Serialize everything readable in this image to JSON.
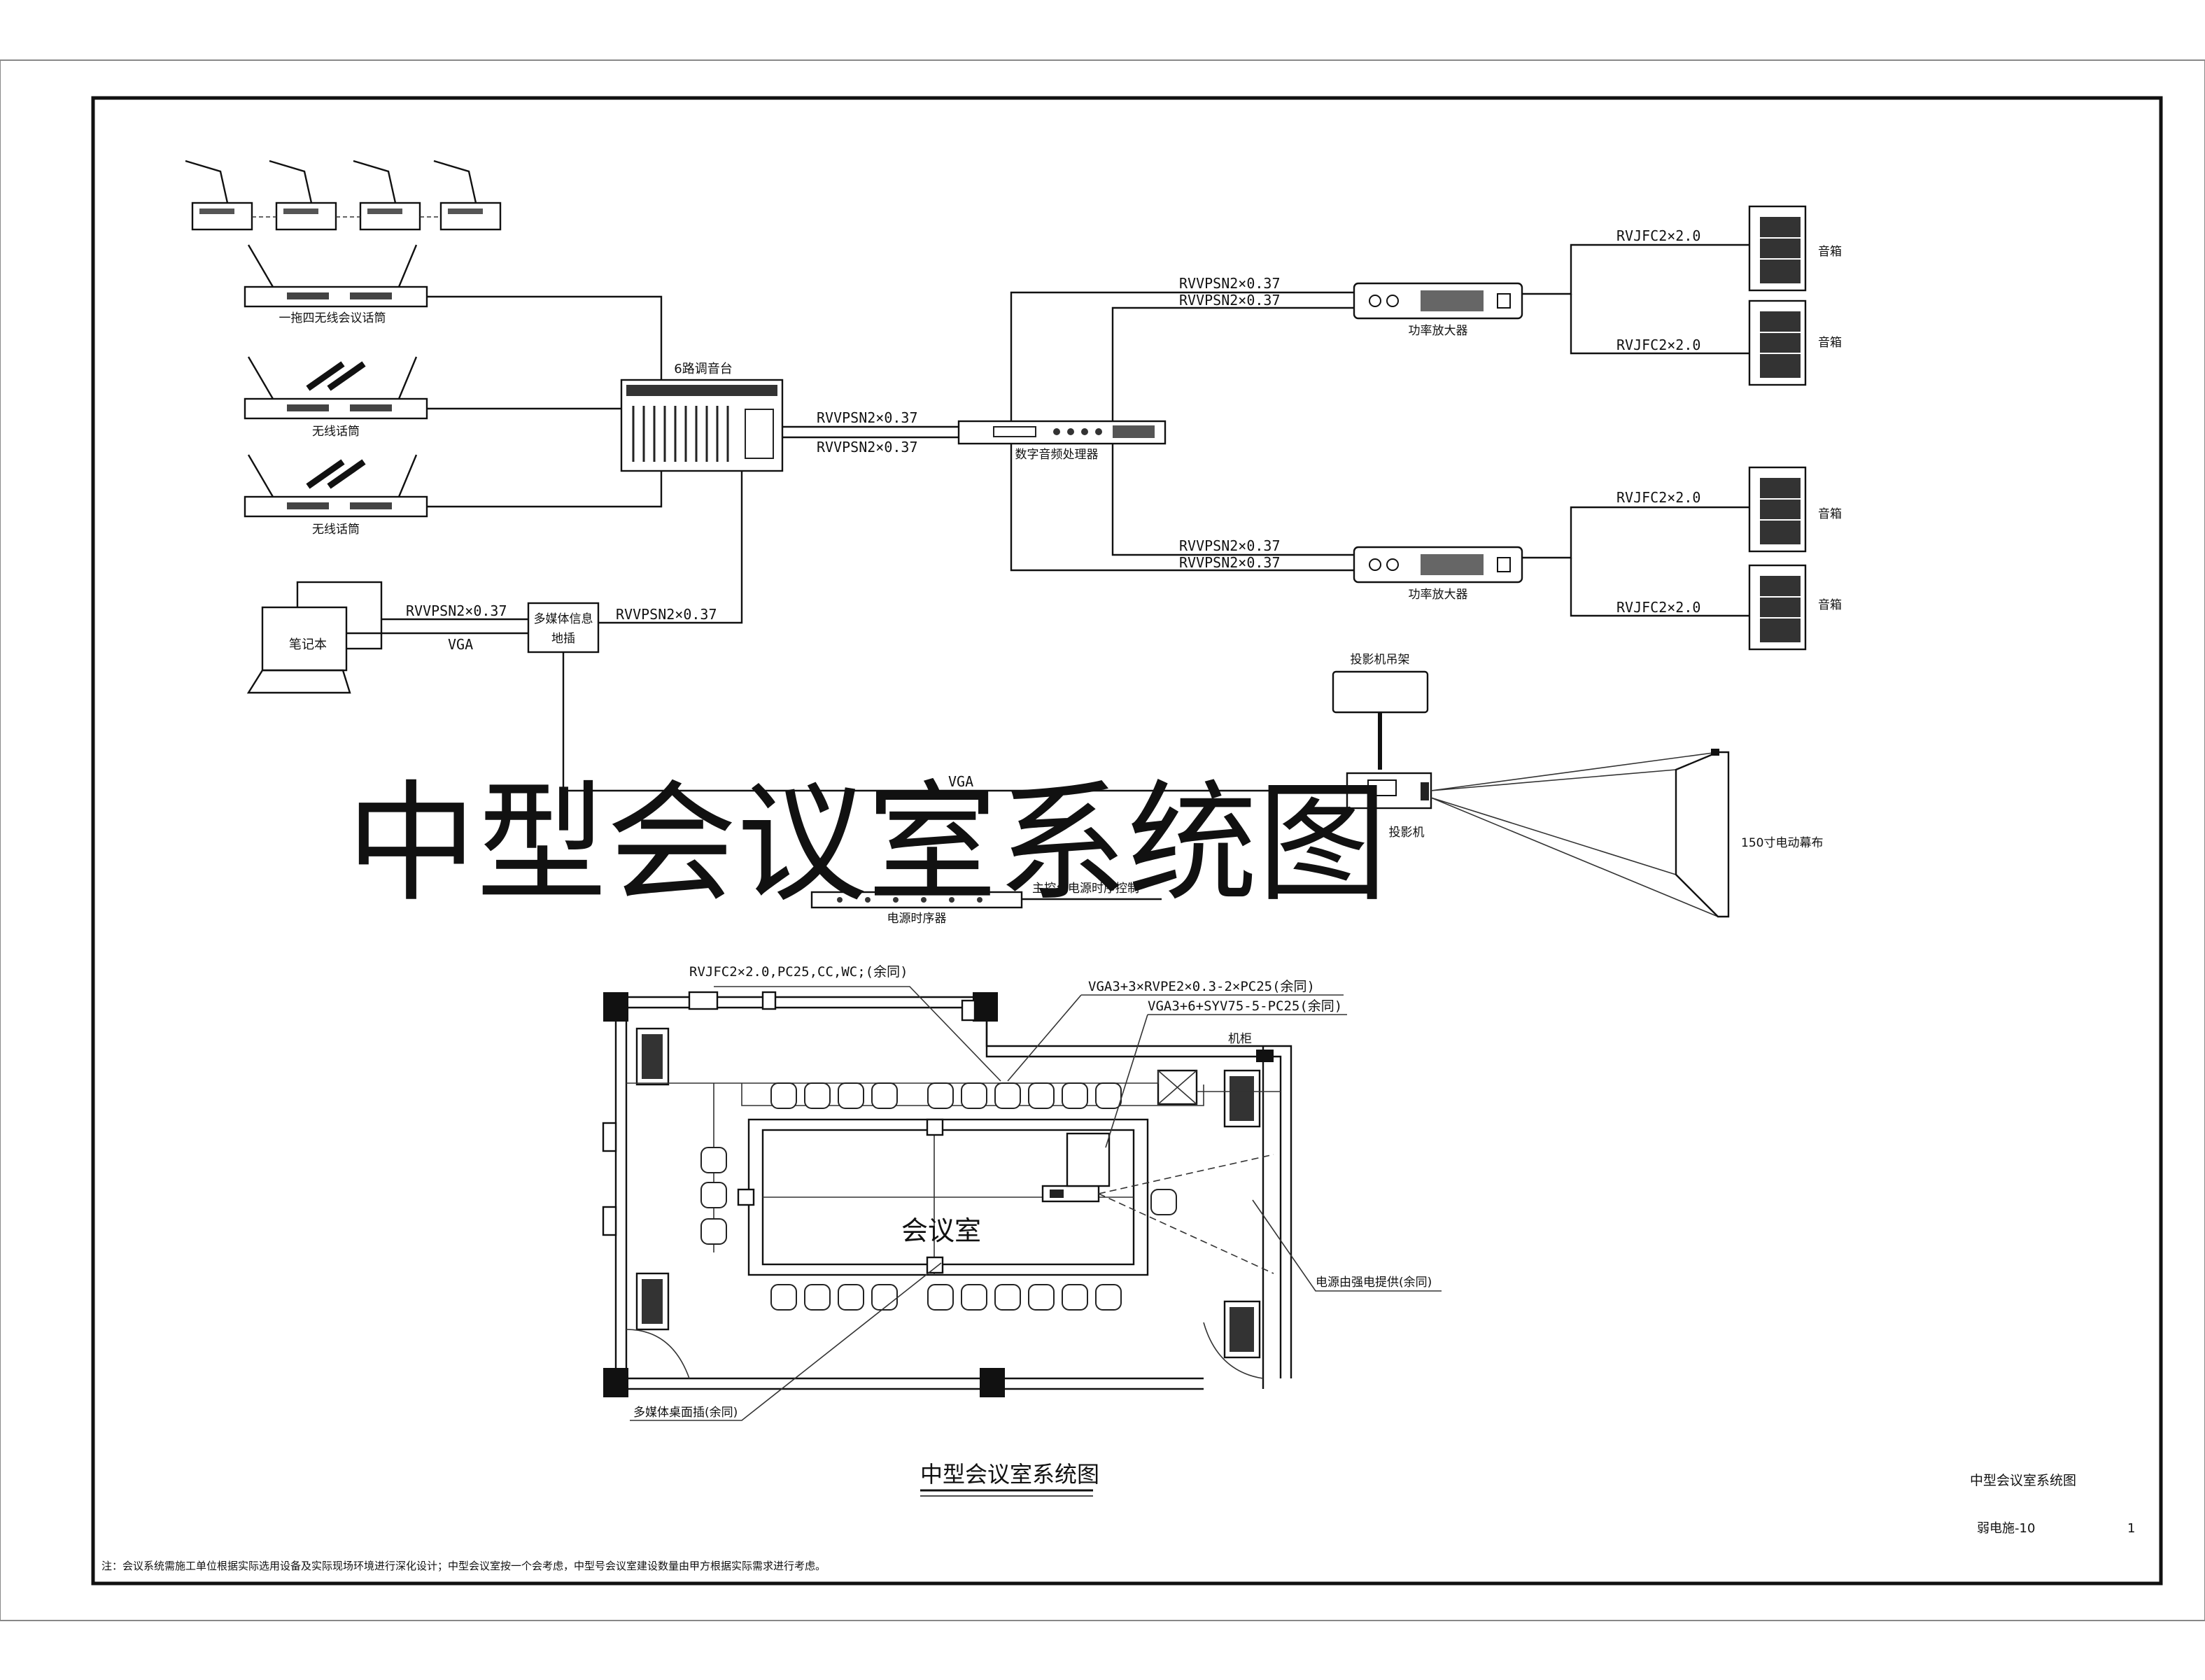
{
  "overlay_title": "中型会议室系统图",
  "drawing_title": "中型会议室系统图",
  "title_block": {
    "name": "中型会议室系统图",
    "drawing_no": "弱电施-10",
    "page": "1"
  },
  "note": "注：会议系统需施工单位根据实际选用设备及实际现场环境进行深化设计；中型会议室按一个会考虑，中型号会议室建设数量由甲方根据实际需求进行考虑。",
  "devices": {
    "conf_mic": "一拖四无线会议话筒",
    "wireless_mic_1": "无线话筒",
    "wireless_mic_2": "无线话筒",
    "mixer": "6路调音台",
    "dsp": "数字音频处理器",
    "amp_1": "功率放大器",
    "amp_2": "功率放大器",
    "speaker_1": "音箱",
    "speaker_2": "音箱",
    "speaker_3": "音箱",
    "speaker_4": "音箱",
    "laptop": "笔记本",
    "media_box_l1": "多媒体信息",
    "media_box_l2": "地插",
    "projector_mount": "投影机吊架",
    "projector": "投影机",
    "screen": "150寸电动幕布",
    "power_sequencer": "电源时序器",
    "power_control": "主控台电源时序控制"
  },
  "cables": {
    "mixer_dsp_1": "RVVPSN2×0.37",
    "mixer_dsp_2": "RVVPSN2×0.37",
    "dsp_amp1_1": "RVVPSN2×0.37",
    "dsp_amp1_2": "RVVPSN2×0.37",
    "dsp_amp2_1": "RVVPSN2×0.37",
    "dsp_amp2_2": "RVVPSN2×0.37",
    "amp_spk_1": "RVJFC2×2.0",
    "amp_spk_2": "RVJFC2×2.0",
    "amp_spk_3": "RVJFC2×2.0",
    "amp_spk_4": "RVJFC2×2.0",
    "laptop_audio": "RVVPSN2×0.37",
    "laptop_vga": "VGA",
    "media_mixer": "RVVPSN2×0.37",
    "media_projector": "VGA"
  },
  "floorplan": {
    "room_label": "会议室",
    "callout_speaker_cable": "RVJFC2×2.0,PC25,CC,WC;(余同)",
    "callout_vga_rvpe": "VGA3+3×RVPE2×0.3-2×PC25(余同)",
    "callout_vga_syv": "VGA3+6+SYV75-5-PC25(余同)",
    "cabinet": "机柜",
    "callout_power": "电源由强电提供(余同)",
    "callout_floorbox": "多媒体桌面插(余同)"
  }
}
